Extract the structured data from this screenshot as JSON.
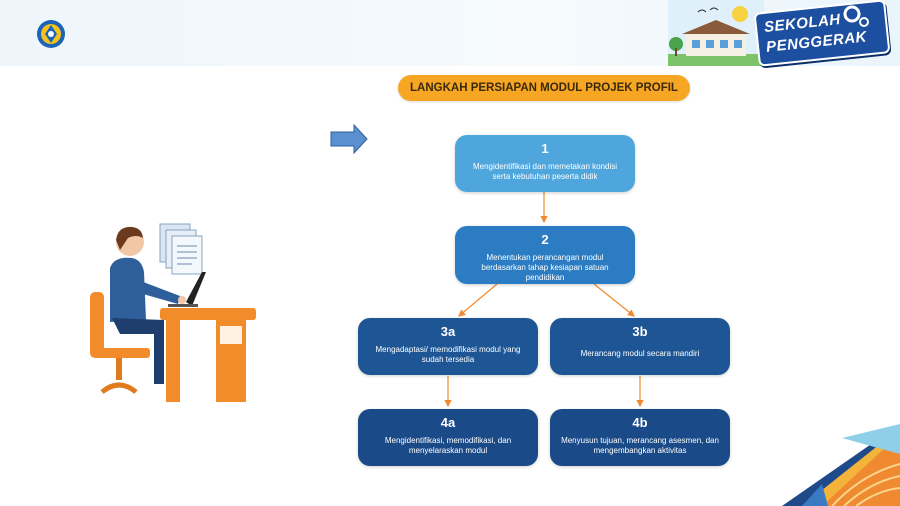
{
  "header": {
    "brand_line1": "SEKOLAH",
    "brand_line2": "PENGGERAK",
    "logo_icon": "tut-wuri-handayani-emblem",
    "brand_icon": "school-building-icon"
  },
  "title": "LANGKAH PERSIAPAN MODUL PROJEK PROFIL",
  "steps": [
    {
      "num": "1",
      "text": "Mengidentifikasi dan memetakan kondisi serta kebutuhan peserta didik"
    },
    {
      "num": "2",
      "text": "Menentukan perancangan modul berdasarkan tahap kesiapan satuan pendidikan"
    },
    {
      "num": "3a",
      "text": "Mengadaptasi/ memodifikasi modul yang sudah tersedia"
    },
    {
      "num": "3b",
      "text": "Merancang modul secara mandiri"
    },
    {
      "num": "4a",
      "text": "Mengidentifikasi, memodifikasi, dan menyelaraskan modul"
    },
    {
      "num": "4b",
      "text": "Menyusun tujuan, merancang asesmen, dan mengembangkan aktivitas"
    }
  ],
  "colors": {
    "accent_orange": "#f6a623",
    "connector": "#f08a30",
    "step1": "#4ea6dd",
    "step2": "#2b7cc2",
    "step3": "#1e5695",
    "step4": "#1a4a87"
  },
  "icons": {
    "arrow": "right-arrow-icon",
    "illustration": "person-at-desk-with-laptop-icon",
    "documents": "documents-icon",
    "corner": "decorative-corner-pattern"
  }
}
